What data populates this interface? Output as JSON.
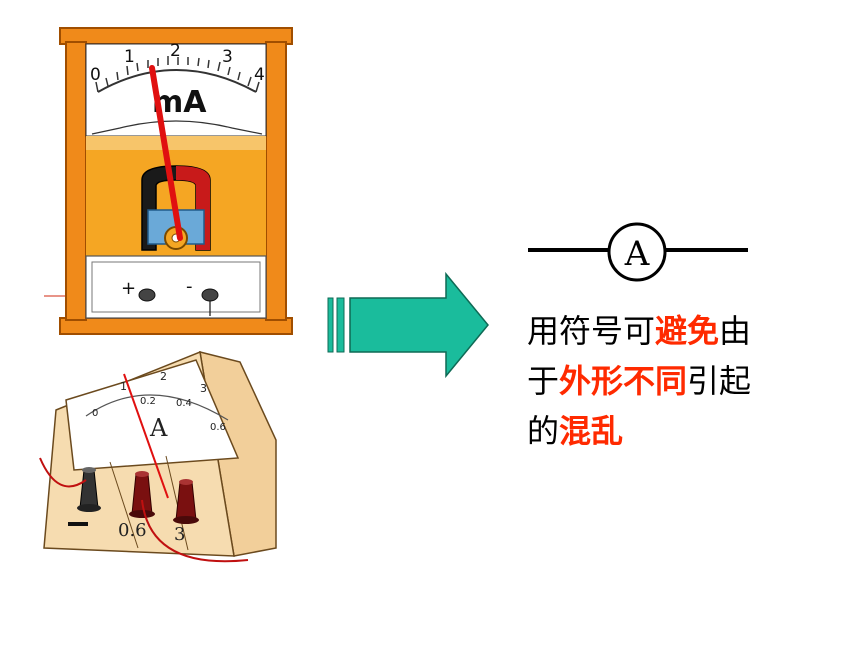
{
  "milliammeter": {
    "scale_ticks": [
      "0",
      "1",
      "2",
      "3",
      "4"
    ],
    "unit_label": "mA",
    "terminal_plus": "+",
    "terminal_minus": "-"
  },
  "school_ammeter": {
    "scale_top": [
      "1",
      "2",
      "3"
    ],
    "scale_bottom": [
      "0",
      "0.2",
      "0.4",
      "0.6"
    ],
    "unit_label": "A",
    "terminal_labels": [
      "0.6",
      "3"
    ]
  },
  "symbol": {
    "letter": "A"
  },
  "caption": {
    "line1": [
      "用符号可",
      "避免",
      "由"
    ],
    "line2": [
      "于",
      "外形不同",
      "引起"
    ],
    "line3": [
      "的",
      "混乱"
    ]
  },
  "colors": {
    "frame_orange": "#f08a1a",
    "panel_orange": "#f5a623",
    "arrow_teal": "#1abc9c",
    "needle_red": "#e01010",
    "highlight_red": "#ff2a00",
    "box_tan": "#f2cf9a"
  }
}
